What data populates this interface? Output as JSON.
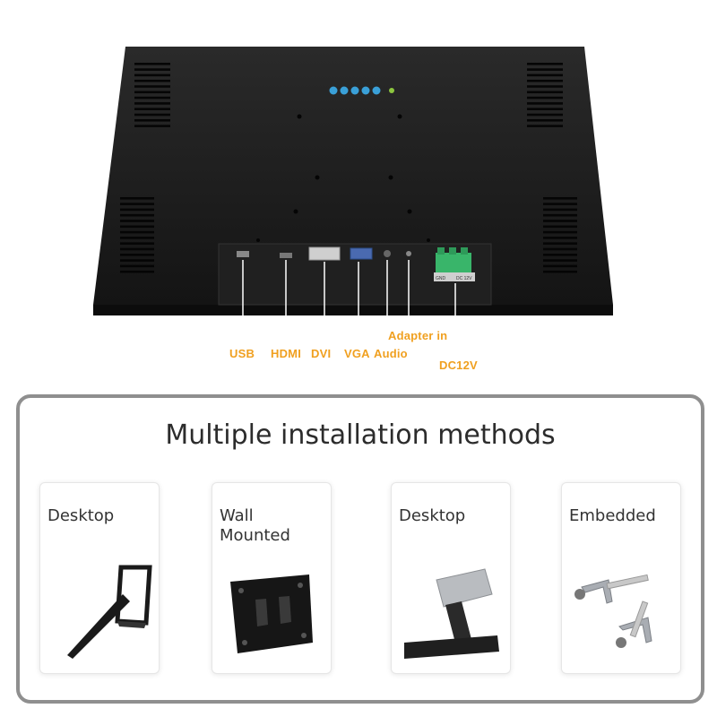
{
  "ports": {
    "usb": "USB",
    "hdmi": "HDMI",
    "dvi": "DVI",
    "vga": "VGA",
    "audio": "Audio",
    "adapter": "Adapter in",
    "dc": "DC12V"
  },
  "connector_print": {
    "gnd": "GND",
    "dc": "DC 12V"
  },
  "install": {
    "title": "Multiple installation methods",
    "cards": [
      {
        "label": "Desktop",
        "icon": "desktop-bracket-icon"
      },
      {
        "label": "Wall\nMounted",
        "icon": "wall-mount-plate-icon"
      },
      {
        "label": "Desktop",
        "icon": "desktop-stand-icon"
      },
      {
        "label": "Embedded",
        "icon": "embedded-clamp-icon"
      }
    ]
  },
  "colors": {
    "label_orange": "#f0a020",
    "monitor_black": "#1b1b1b",
    "button_blue": "#3aa0d8",
    "led_green": "#8cc63f",
    "terminal_green": "#39b56a",
    "panel_border": "#8f8f8f"
  }
}
